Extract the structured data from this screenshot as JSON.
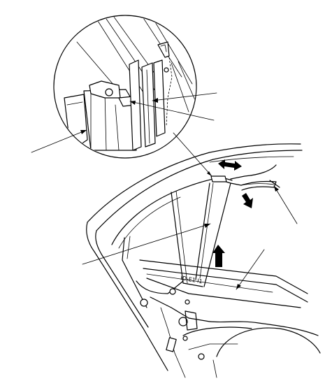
{
  "diagram": {
    "glass_marking": "ID-E1 I1"
  },
  "colors": {
    "line": "#000000",
    "background": "#ffffff"
  },
  "icons": {
    "motion_arrows": "block-arrow",
    "leader_heads": "arrowhead"
  }
}
